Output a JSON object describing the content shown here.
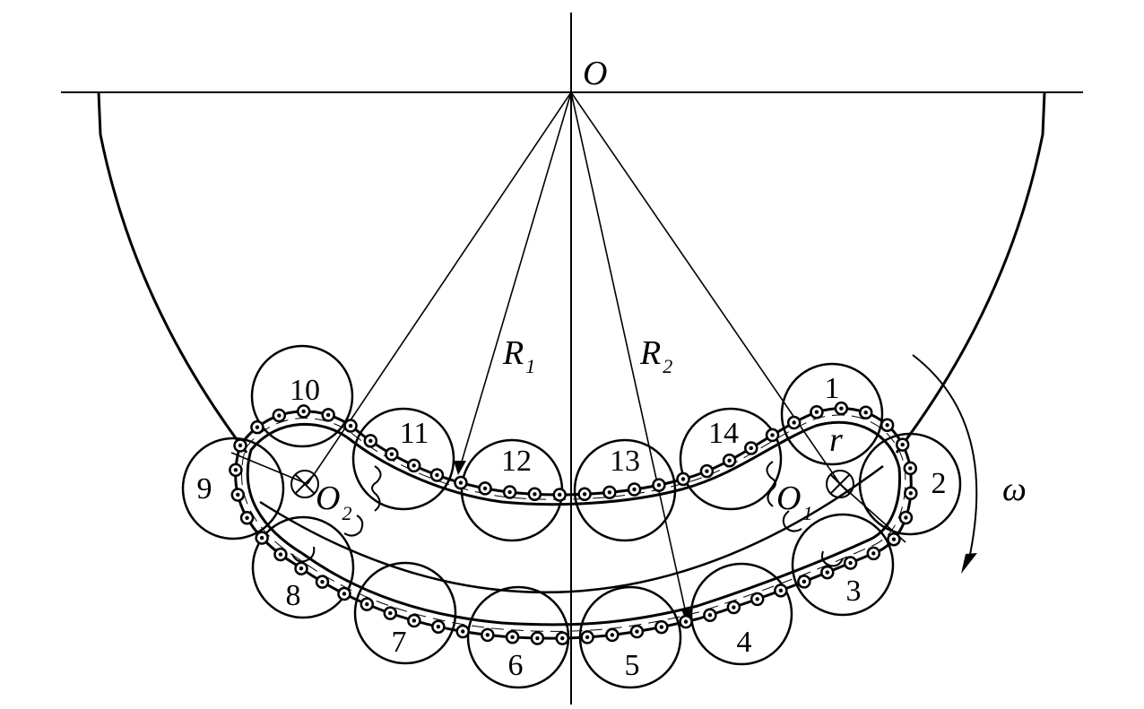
{
  "diagram": {
    "origin_label": "O",
    "radius_labels": [
      {
        "main": "R",
        "sub": "1"
      },
      {
        "main": "R",
        "sub": "2"
      }
    ],
    "sprocket_labels": [
      {
        "main": "O",
        "sub": "1"
      },
      {
        "main": "O",
        "sub": "2"
      }
    ],
    "small_radius_label": "r",
    "rotation_label": "ω",
    "tube_numbers": [
      "1",
      "2",
      "3",
      "4",
      "5",
      "6",
      "7",
      "8",
      "9",
      "10",
      "11",
      "12",
      "13",
      "14"
    ],
    "colors": {
      "stroke": "#000000",
      "background": "#ffffff"
    }
  }
}
